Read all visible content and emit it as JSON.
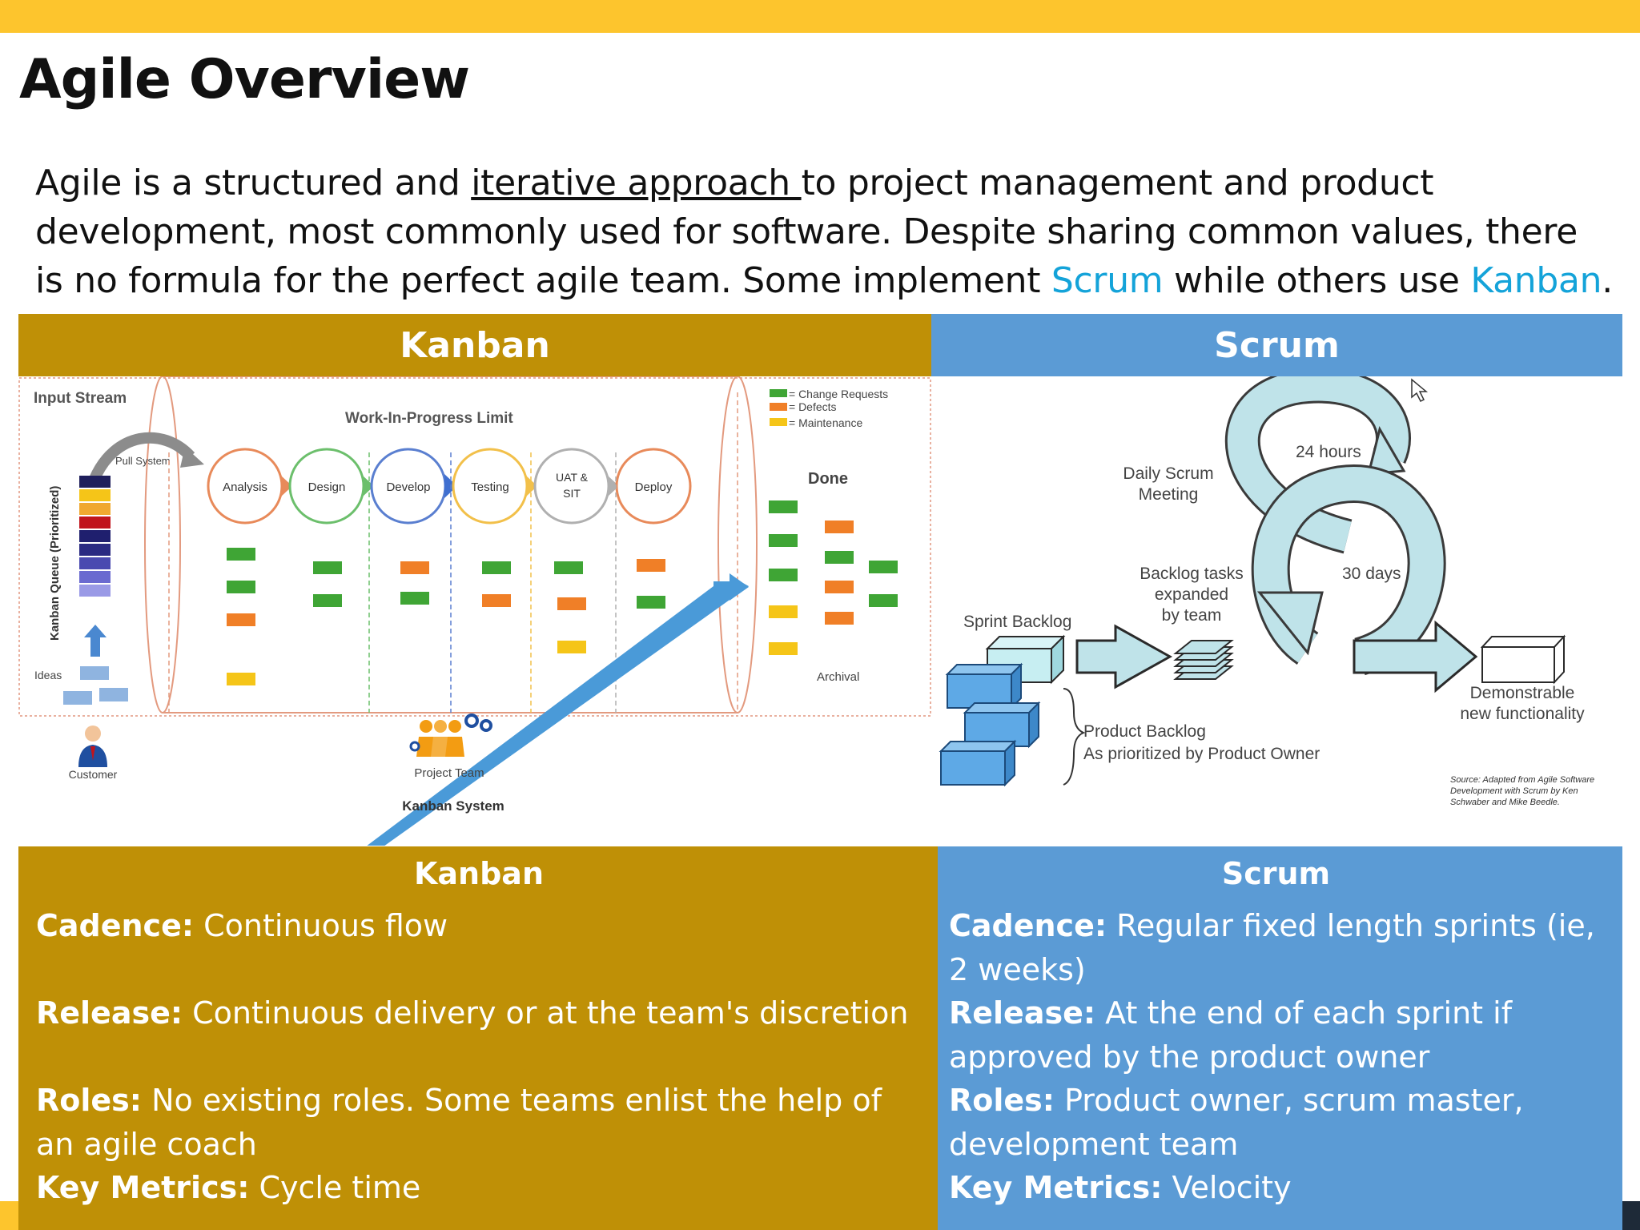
{
  "slide": {
    "title": "Agile Overview",
    "intro": {
      "part1": "Agile is a structured and ",
      "underlined": "iterative approach ",
      "part2": "to project management and product development, most commonly used for software. Despite sharing common values, there is no formula for the perfect agile team. Some implement ",
      "scrum": "Scrum",
      "part3": " while others use ",
      "kanban": "Kanban",
      "part4": "."
    }
  },
  "headers": {
    "kanban": "Kanban",
    "scrum": "Scrum"
  },
  "kanban_diagram": {
    "input_stream": "Input Stream",
    "wip_limit": "Work-In-Progress  Limit",
    "pull_system": "Pull System",
    "queue_label": "Kanban Queue (Prioritized)",
    "ideas": "Ideas",
    "stages": [
      "Analysis",
      "Design",
      "Develop",
      "Testing",
      "UAT &",
      "SIT",
      "Deploy"
    ],
    "done": "Done",
    "archival": "Archival",
    "legend": [
      "= Change Requests",
      "= Defects",
      "= Maintenance"
    ],
    "customer": "Customer",
    "project_team": "Project Team",
    "system": "Kanban System",
    "colors": {
      "change": "#3fa535",
      "defect": "#f07f27",
      "maint": "#f5c518"
    }
  },
  "scrum_diagram": {
    "hours": "24 hours",
    "daily1": "Daily Scrum",
    "daily2": "Meeting",
    "days": "30 days",
    "tasks1": "Backlog tasks",
    "tasks2": "expanded",
    "tasks3": "by team",
    "sprint_backlog": "Sprint Backlog",
    "product_backlog1": "Product Backlog",
    "product_backlog2": "As prioritized by Product Owner",
    "demo1": "Demonstrable",
    "demo2": "new functionality",
    "source1": "Source: Adapted from Agile Software",
    "source2": "Development with Scrum by Ken",
    "source3": "Schwaber and Mike Beedle."
  },
  "kanban_panel": {
    "title": "Kanban",
    "cadence_label": "Cadence:",
    "cadence": " Continuous flow",
    "release_label": "Release:",
    "release": " Continuous delivery or at the team's discretion",
    "roles_label": "Roles:",
    "roles": " No existing roles. Some teams enlist the help of an agile coach",
    "metrics_label": "Key Metrics:",
    "metrics": " Cycle time"
  },
  "scrum_panel": {
    "title": "Scrum",
    "cadence_label": "Cadence:",
    "cadence": " Regular fixed length sprints (ie, 2 weeks)",
    "release_label": "Release:",
    "release": " At the end of each sprint if approved by the product owner",
    "roles_label": "Roles:",
    "roles": " Product owner, scrum master, development team",
    "metrics_label": "Key Metrics:",
    "metrics": " Velocity"
  }
}
